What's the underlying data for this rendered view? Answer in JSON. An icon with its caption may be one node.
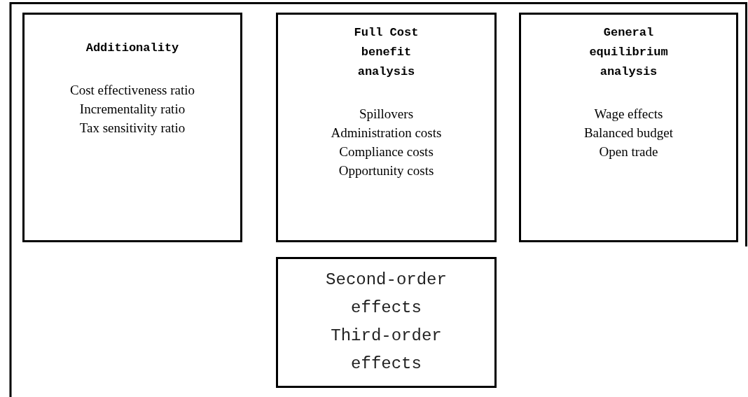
{
  "diagram": {
    "nodes": [
      {
        "text": [
          "Additionality",
          "Cost effectiveness ratio",
          "Incrementality ratio",
          "Tax sensitivity ratio"
        ]
      },
      {
        "text": [
          "Full Cost benefit analysis",
          "Spillovers",
          "Administration costs",
          "Compliance costs",
          "Opportunity costs"
        ]
      },
      {
        "text": [
          "General equilibrium analysis",
          "Wage effects",
          "Balanced budget",
          "Open trade"
        ]
      },
      {
        "text": [
          "Second-order effects",
          "Third-order effects"
        ]
      }
    ]
  }
}
